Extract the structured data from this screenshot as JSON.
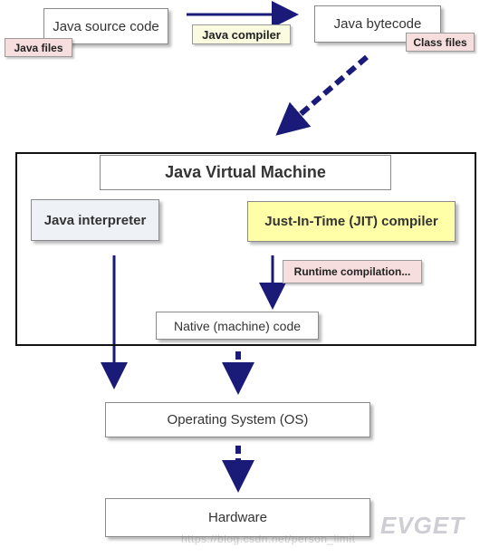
{
  "diagram": {
    "source_code": "Java source code",
    "java_files": "Java files",
    "compiler": "Java compiler",
    "bytecode": "Java bytecode",
    "class_files": "Class files",
    "jvm_title": "Java Virtual Machine",
    "interpreter": "Java interpreter",
    "jit_compiler": "Just-In-Time (JIT) compiler",
    "runtime_compilation": "Runtime compilation...",
    "native_code": "Native (machine) code",
    "os": "Operating System (OS)",
    "hardware": "Hardware"
  },
  "watermark": {
    "brand": "EVGET",
    "url_text": "https://blog.csdn.net/person_limit"
  },
  "colors": {
    "arrow": "#1a1a78",
    "jit_fill": "#ffffa8",
    "interp_fill": "#eef1f6",
    "tag_pink": "#f6dede",
    "tag_yellow": "#fbfbe0"
  }
}
